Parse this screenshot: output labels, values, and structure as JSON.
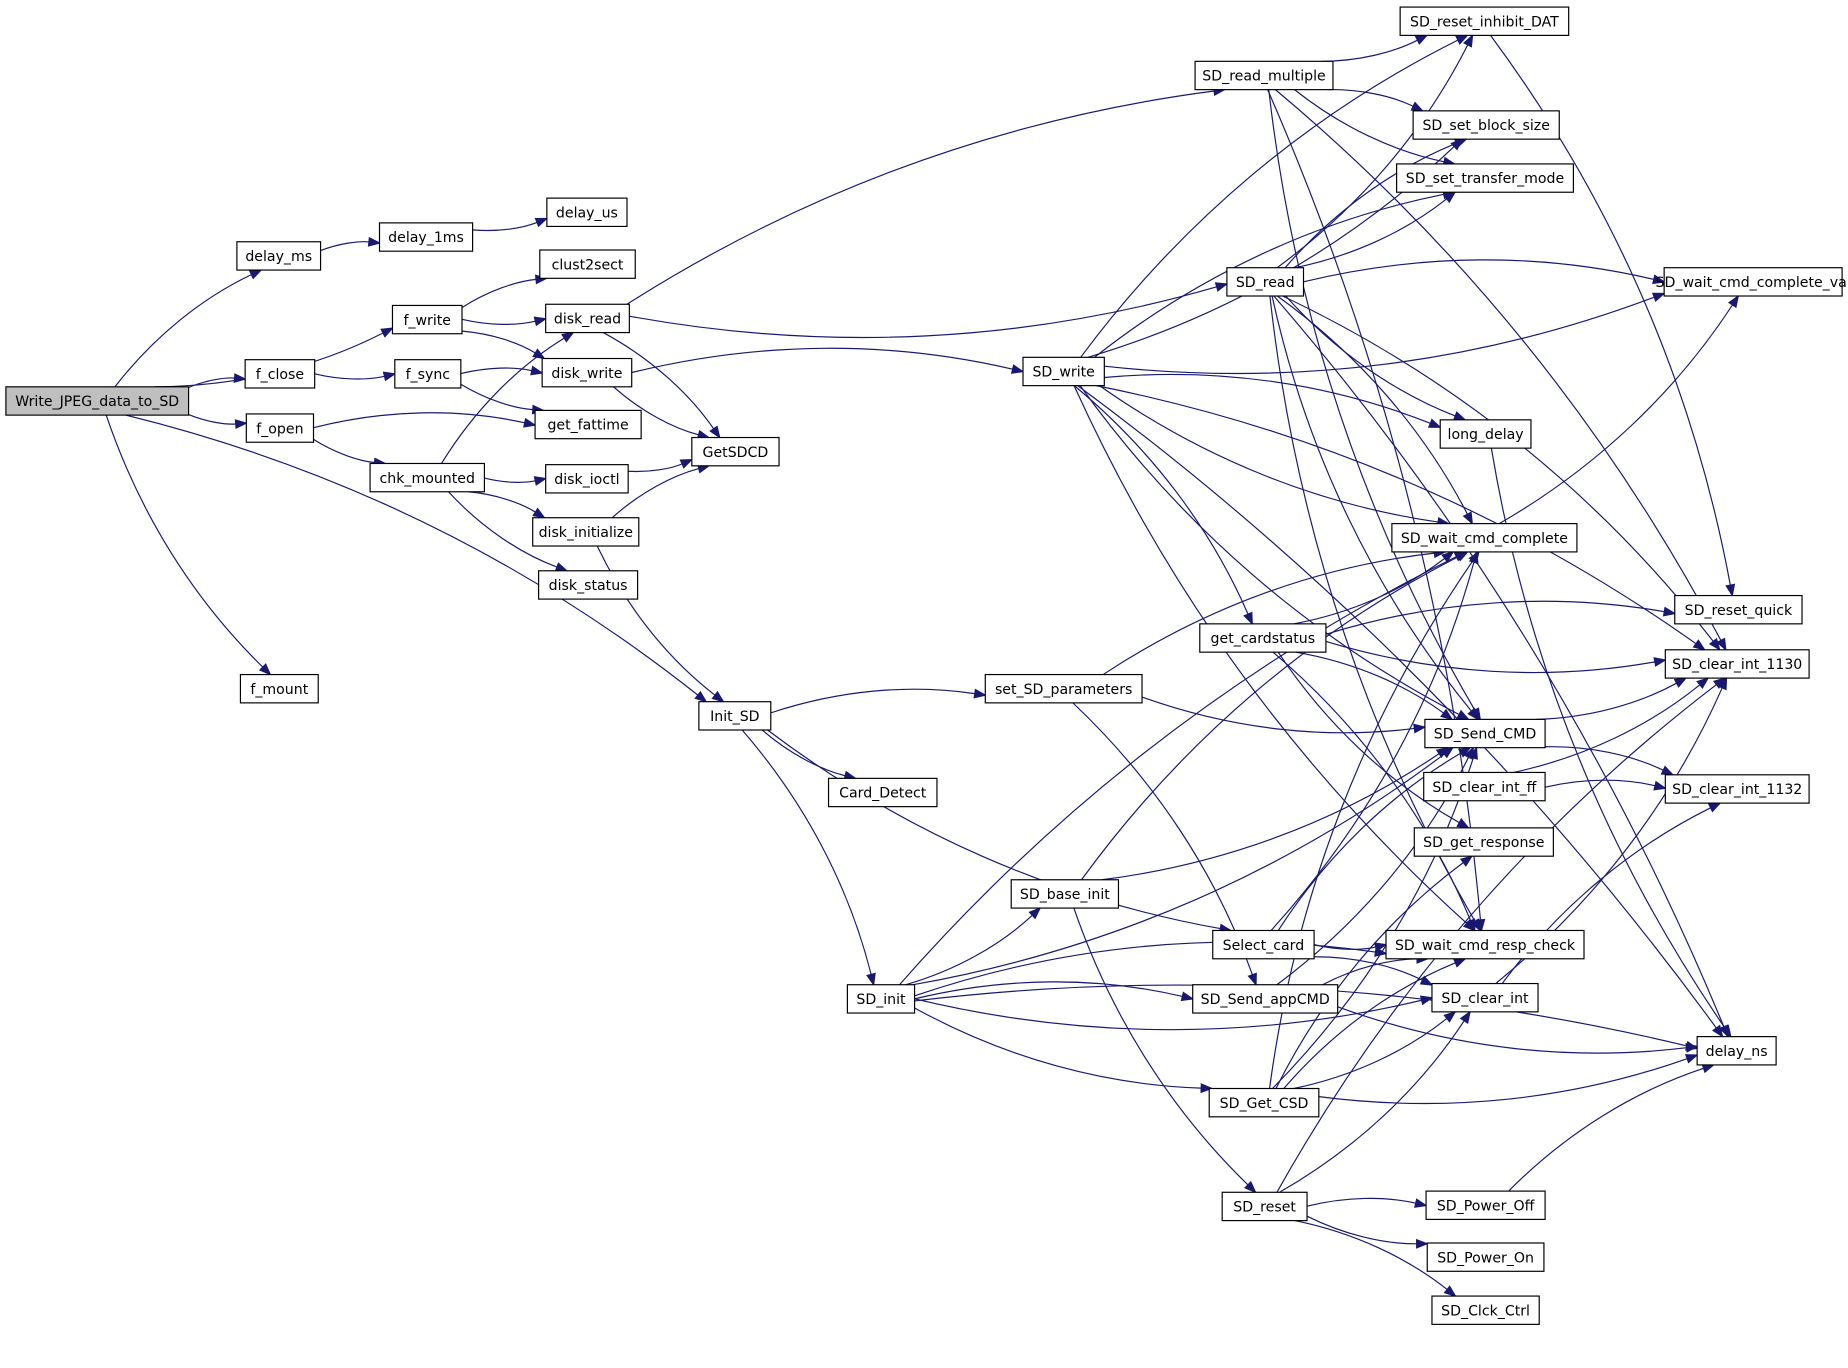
{
  "diagram": {
    "type": "call-graph",
    "root": "Write_JPEG_data_to_SD",
    "colors": {
      "edge": "#191970",
      "root_fill": "#bfbfbf",
      "node_fill": "#ffffff",
      "node_border": "#000000"
    },
    "nodes": [
      {
        "id": "Write_JPEG_data_to_SD",
        "label": "Write_JPEG_data_to_SD"
      },
      {
        "id": "delay_ms",
        "label": "delay_ms"
      },
      {
        "id": "delay_1ms",
        "label": "delay_1ms"
      },
      {
        "id": "delay_us",
        "label": "delay_us"
      },
      {
        "id": "f_write",
        "label": "f_write"
      },
      {
        "id": "clust2sect",
        "label": "clust2sect"
      },
      {
        "id": "disk_read",
        "label": "disk_read"
      },
      {
        "id": "f_close",
        "label": "f_close"
      },
      {
        "id": "f_sync",
        "label": "f_sync"
      },
      {
        "id": "disk_write",
        "label": "disk_write"
      },
      {
        "id": "f_open",
        "label": "f_open"
      },
      {
        "id": "get_fattime",
        "label": "get_fattime"
      },
      {
        "id": "chk_mounted",
        "label": "chk_mounted"
      },
      {
        "id": "GetSDCD",
        "label": "GetSDCD"
      },
      {
        "id": "disk_ioctl",
        "label": "disk_ioctl"
      },
      {
        "id": "disk_initialize",
        "label": "disk_initialize"
      },
      {
        "id": "disk_status",
        "label": "disk_status"
      },
      {
        "id": "f_mount",
        "label": "f_mount"
      },
      {
        "id": "Init_SD",
        "label": "Init_SD"
      },
      {
        "id": "set_SD_parameters",
        "label": "set_SD_parameters"
      },
      {
        "id": "Card_Detect",
        "label": "Card_Detect"
      },
      {
        "id": "SD_init",
        "label": "SD_init"
      },
      {
        "id": "SD_base_init",
        "label": "SD_base_init"
      },
      {
        "id": "SD_write",
        "label": "SD_write"
      },
      {
        "id": "SD_read_multiple",
        "label": "SD_read_multiple"
      },
      {
        "id": "SD_read",
        "label": "SD_read"
      },
      {
        "id": "get_cardstatus",
        "label": "get_cardstatus"
      },
      {
        "id": "Select_card",
        "label": "Select_card"
      },
      {
        "id": "SD_Send_appCMD",
        "label": "SD_Send_appCMD"
      },
      {
        "id": "SD_Get_CSD",
        "label": "SD_Get_CSD"
      },
      {
        "id": "SD_reset",
        "label": "SD_reset"
      },
      {
        "id": "SD_reset_inhibit_DAT",
        "label": "SD_reset_inhibit_DAT"
      },
      {
        "id": "SD_set_block_size",
        "label": "SD_set_block_size"
      },
      {
        "id": "SD_set_transfer_mode",
        "label": "SD_set_transfer_mode"
      },
      {
        "id": "long_delay",
        "label": "long_delay"
      },
      {
        "id": "SD_wait_cmd_complete",
        "label": "SD_wait_cmd_complete"
      },
      {
        "id": "SD_Send_CMD",
        "label": "SD_Send_CMD"
      },
      {
        "id": "SD_clear_int_ff",
        "label": "SD_clear_int_ff"
      },
      {
        "id": "SD_get_response",
        "label": "SD_get_response"
      },
      {
        "id": "SD_wait_cmd_resp_check",
        "label": "SD_wait_cmd_resp_check"
      },
      {
        "id": "SD_clear_int",
        "label": "SD_clear_int"
      },
      {
        "id": "SD_Power_Off",
        "label": "SD_Power_Off"
      },
      {
        "id": "SD_Power_On",
        "label": "SD_Power_On"
      },
      {
        "id": "SD_Clck_Ctrl",
        "label": "SD_Clck_Ctrl"
      },
      {
        "id": "SD_wait_cmd_complete_val",
        "label": "SD_wait_cmd_complete_val"
      },
      {
        "id": "SD_reset_quick",
        "label": "SD_reset_quick"
      },
      {
        "id": "SD_clear_int_1130",
        "label": "SD_clear_int_1130"
      },
      {
        "id": "SD_clear_int_1132",
        "label": "SD_clear_int_1132"
      },
      {
        "id": "delay_ns",
        "label": "delay_ns"
      }
    ],
    "edges": [
      [
        "Write_JPEG_data_to_SD",
        "delay_ms"
      ],
      [
        "Write_JPEG_data_to_SD",
        "f_write"
      ],
      [
        "Write_JPEG_data_to_SD",
        "f_close"
      ],
      [
        "Write_JPEG_data_to_SD",
        "f_open"
      ],
      [
        "Write_JPEG_data_to_SD",
        "Init_SD"
      ],
      [
        "Write_JPEG_data_to_SD",
        "f_mount"
      ],
      [
        "delay_ms",
        "delay_1ms"
      ],
      [
        "delay_1ms",
        "delay_us"
      ],
      [
        "f_write",
        "clust2sect"
      ],
      [
        "f_write",
        "disk_read"
      ],
      [
        "f_write",
        "disk_write"
      ],
      [
        "f_close",
        "f_sync"
      ],
      [
        "f_sync",
        "disk_write"
      ],
      [
        "f_sync",
        "get_fattime"
      ],
      [
        "f_open",
        "get_fattime"
      ],
      [
        "f_open",
        "chk_mounted"
      ],
      [
        "chk_mounted",
        "disk_read"
      ],
      [
        "chk_mounted",
        "disk_ioctl"
      ],
      [
        "chk_mounted",
        "disk_initialize"
      ],
      [
        "chk_mounted",
        "disk_status"
      ],
      [
        "disk_read",
        "GetSDCD"
      ],
      [
        "disk_read",
        "SD_read"
      ],
      [
        "disk_read",
        "SD_read_multiple"
      ],
      [
        "disk_write",
        "GetSDCD"
      ],
      [
        "disk_write",
        "SD_write"
      ],
      [
        "disk_ioctl",
        "GetSDCD"
      ],
      [
        "disk_initialize",
        "GetSDCD"
      ],
      [
        "disk_initialize",
        "Init_SD"
      ],
      [
        "Init_SD",
        "set_SD_parameters"
      ],
      [
        "Init_SD",
        "Card_Detect"
      ],
      [
        "Init_SD",
        "SD_init"
      ],
      [
        "Init_SD",
        "Select_card"
      ],
      [
        "set_SD_parameters",
        "SD_wait_cmd_complete"
      ],
      [
        "set_SD_parameters",
        "SD_Send_CMD"
      ],
      [
        "set_SD_parameters",
        "SD_Send_appCMD"
      ],
      [
        "SD_init",
        "SD_base_init"
      ],
      [
        "SD_init",
        "SD_Send_appCMD"
      ],
      [
        "SD_init",
        "SD_Get_CSD"
      ],
      [
        "SD_init",
        "SD_wait_cmd_complete"
      ],
      [
        "SD_init",
        "SD_Send_CMD"
      ],
      [
        "SD_init",
        "SD_wait_cmd_resp_check"
      ],
      [
        "SD_init",
        "SD_clear_int"
      ],
      [
        "SD_init",
        "delay_ns"
      ],
      [
        "SD_base_init",
        "SD_Send_CMD"
      ],
      [
        "SD_base_init",
        "SD_wait_cmd_complete"
      ],
      [
        "SD_base_init",
        "SD_reset"
      ],
      [
        "SD_write",
        "SD_reset_inhibit_DAT"
      ],
      [
        "SD_write",
        "SD_set_block_size"
      ],
      [
        "SD_write",
        "SD_set_transfer_mode"
      ],
      [
        "SD_write",
        "SD_wait_cmd_complete_val"
      ],
      [
        "SD_write",
        "long_delay"
      ],
      [
        "SD_write",
        "SD_wait_cmd_complete"
      ],
      [
        "SD_write",
        "get_cardstatus"
      ],
      [
        "SD_write",
        "SD_Send_CMD"
      ],
      [
        "SD_write",
        "SD_clear_int_1130"
      ],
      [
        "SD_write",
        "SD_wait_cmd_resp_check"
      ],
      [
        "SD_write",
        "delay_ns"
      ],
      [
        "SD_read_multiple",
        "SD_reset_inhibit_DAT"
      ],
      [
        "SD_read_multiple",
        "SD_set_block_size"
      ],
      [
        "SD_read_multiple",
        "SD_set_transfer_mode"
      ],
      [
        "SD_read_multiple",
        "SD_clear_int_1130"
      ],
      [
        "SD_read_multiple",
        "SD_Send_CMD"
      ],
      [
        "SD_read_multiple",
        "SD_wait_cmd_resp_check"
      ],
      [
        "SD_read",
        "SD_reset_inhibit_DAT"
      ],
      [
        "SD_read",
        "SD_set_block_size"
      ],
      [
        "SD_read",
        "SD_set_transfer_mode"
      ],
      [
        "SD_read",
        "SD_wait_cmd_complete_val"
      ],
      [
        "SD_read",
        "long_delay"
      ],
      [
        "SD_read",
        "SD_wait_cmd_complete"
      ],
      [
        "SD_read",
        "SD_Send_CMD"
      ],
      [
        "SD_read",
        "SD_clear_int_1130"
      ],
      [
        "SD_read",
        "SD_wait_cmd_resp_check"
      ],
      [
        "SD_read",
        "delay_ns"
      ],
      [
        "get_cardstatus",
        "SD_wait_cmd_complete"
      ],
      [
        "get_cardstatus",
        "SD_reset_quick"
      ],
      [
        "get_cardstatus",
        "SD_clear_int_1130"
      ],
      [
        "get_cardstatus",
        "SD_Send_CMD"
      ],
      [
        "get_cardstatus",
        "SD_get_response"
      ],
      [
        "get_cardstatus",
        "SD_wait_cmd_resp_check"
      ],
      [
        "Select_card",
        "SD_wait_cmd_complete"
      ],
      [
        "Select_card",
        "SD_Send_CMD"
      ],
      [
        "Select_card",
        "SD_wait_cmd_resp_check"
      ],
      [
        "Select_card",
        "SD_clear_int"
      ],
      [
        "SD_Send_appCMD",
        "SD_Send_CMD"
      ],
      [
        "SD_Send_appCMD",
        "SD_wait_cmd_resp_check"
      ],
      [
        "SD_Send_appCMD",
        "delay_ns"
      ],
      [
        "SD_Get_CSD",
        "SD_wait_cmd_complete"
      ],
      [
        "SD_Get_CSD",
        "SD_Send_CMD"
      ],
      [
        "SD_Get_CSD",
        "SD_wait_cmd_resp_check"
      ],
      [
        "SD_Get_CSD",
        "SD_clear_int"
      ],
      [
        "SD_Get_CSD",
        "SD_get_response"
      ],
      [
        "SD_Get_CSD",
        "delay_ns"
      ],
      [
        "SD_reset",
        "SD_Power_Off"
      ],
      [
        "SD_reset",
        "SD_Power_On"
      ],
      [
        "SD_reset",
        "SD_Clck_Ctrl"
      ],
      [
        "SD_reset",
        "SD_clear_int"
      ],
      [
        "SD_reset",
        "SD_clear_int_1130"
      ],
      [
        "SD_Send_CMD",
        "SD_clear_int_1130"
      ],
      [
        "SD_Send_CMD",
        "SD_clear_int_1132"
      ],
      [
        "SD_clear_int_ff",
        "SD_clear_int_1130"
      ],
      [
        "SD_clear_int_ff",
        "SD_clear_int_1132"
      ],
      [
        "SD_clear_int",
        "SD_clear_int_1130"
      ],
      [
        "SD_clear_int",
        "SD_clear_int_1132"
      ],
      [
        "SD_wait_cmd_complete",
        "SD_wait_cmd_complete_val"
      ],
      [
        "SD_reset_inhibit_DAT",
        "SD_reset_quick"
      ],
      [
        "long_delay",
        "delay_ns"
      ],
      [
        "SD_Power_Off",
        "delay_ns"
      ]
    ]
  }
}
